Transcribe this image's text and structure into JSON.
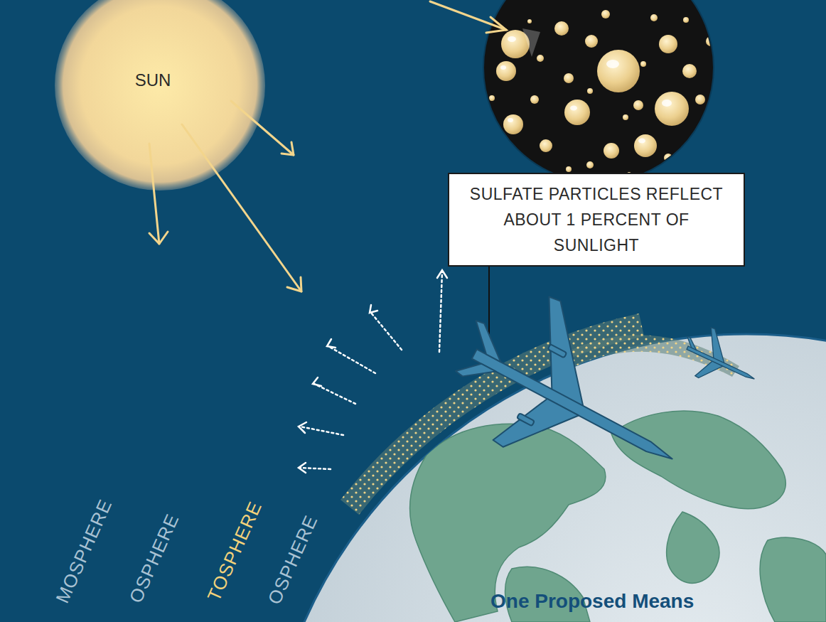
{
  "diagram": {
    "nodes": [
      {
        "text": [
          "SUN"
        ]
      },
      {
        "text": [
          "SULFATE PARTICLES REFLECT ABOUT 1 PERCENT OF SUNLIGHT"
        ]
      }
    ],
    "labels": [
      "MOSPHERE",
      "OSPHERE",
      "TOSPHERE",
      "OSPHERE",
      "One Proposed Means"
    ]
  }
}
